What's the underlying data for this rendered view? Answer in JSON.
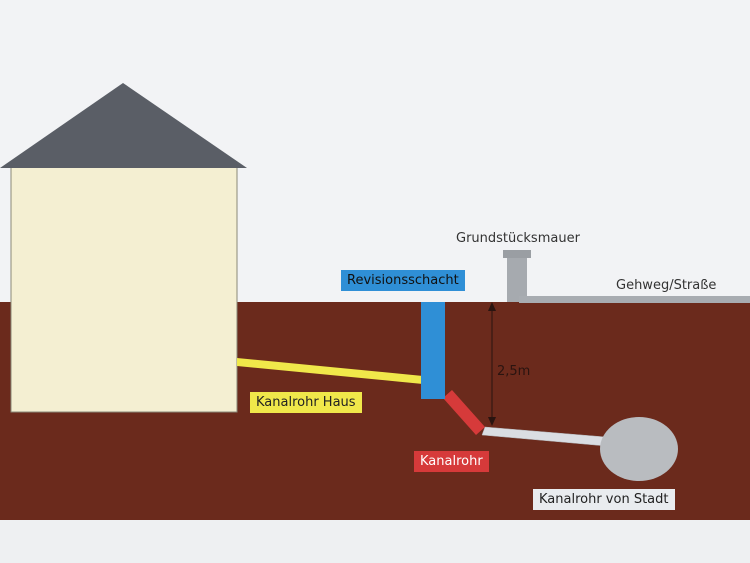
{
  "labels": {
    "revisionsschacht": "Revisionsschacht",
    "grundstuecksmauer": "Grundstücksmauer",
    "gehweg": "Gehweg/Straße",
    "depth": "2,5m",
    "kanalrohr_haus": "Kanalrohr Haus",
    "kanalrohr": "Kanalrohr",
    "kanalrohr_stadt": "Kanalrohr von Stadt"
  },
  "colors": {
    "paper": "#f2f3f5",
    "ground": "#6b2a1c",
    "house_wall": "#f4efd2",
    "roof": "#5a5e66",
    "shaft": "#2f8fd6",
    "pipe_house": "#f0e84a",
    "pipe_red": "#d63a3a",
    "pipe_city": "#d9dde2",
    "sewer_main": "#b9bcc0",
    "wall": "#9a9ea3"
  }
}
